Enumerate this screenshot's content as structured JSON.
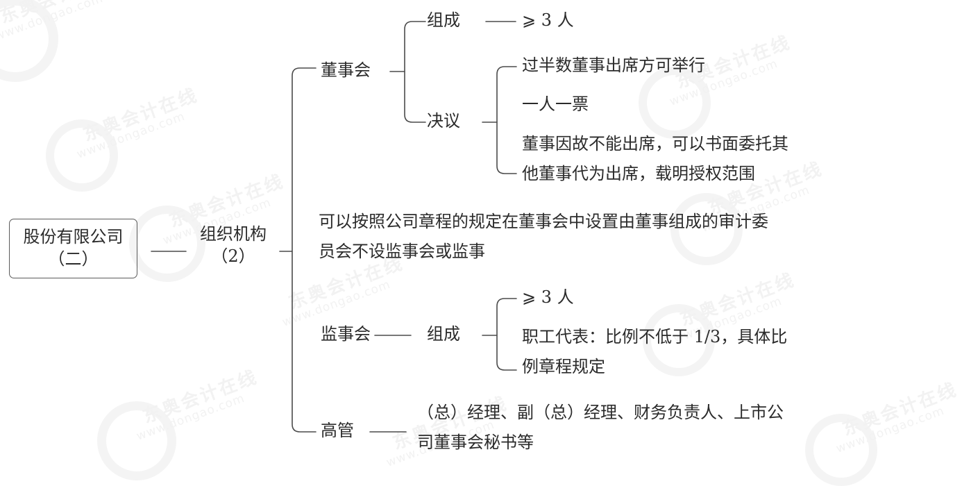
{
  "diagram": {
    "title": "股份有限公司（二） 组织机构（2）",
    "root": {
      "line1": "股份有限公司",
      "line2": "（二）"
    },
    "level1": {
      "line1": "组织机构",
      "line2": "（2）"
    },
    "branches": {
      "board": {
        "label": "董事会",
        "children": {
          "composition": {
            "label": "组成",
            "value": "⩾ 3 人"
          },
          "resolution": {
            "label": "决议",
            "items": [
              "过半数董事出席方可举行",
              "一人一票",
              "董事因故不能出席，可以书面委托其\n他董事代为出席，载明授权范围"
            ]
          }
        }
      },
      "audit_committee": {
        "text": "可以按照公司章程的规定在董事会中设置由董事组成的审计委\n员会不设监事会或监事"
      },
      "supervisory_board": {
        "label": "监事会",
        "child_label": "组成",
        "items": [
          "⩾ 3 人",
          "职工代表：比例不低于 1/3，具体比\n例章程规定"
        ]
      },
      "senior_management": {
        "label": "高管",
        "text": "（总）经理、副（总）经理、财务负责人、上市公\n司董事会秘书等"
      }
    }
  },
  "watermarks": {
    "brand_cn": "东奥会计在线",
    "brand_url": "www.dongao.com"
  },
  "colors": {
    "line": "#4a4a4a",
    "text": "#2b2b2b",
    "watermark": "#f2f2f2",
    "background": "#ffffff"
  }
}
